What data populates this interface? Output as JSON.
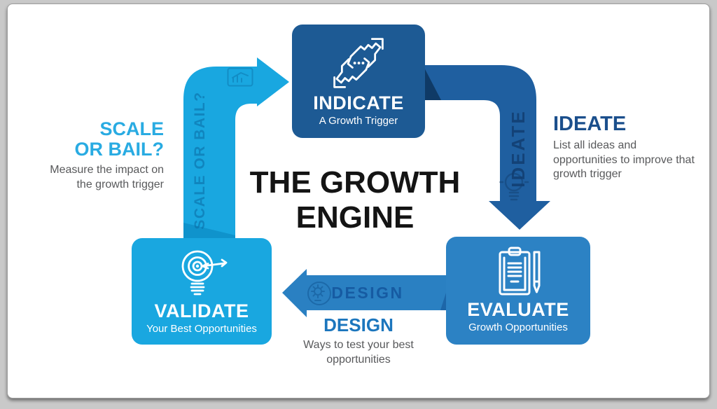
{
  "frame": {
    "page_bg": "#c9c9c9",
    "card_bg": "#ffffff"
  },
  "title": {
    "line1": "THE GROWTH",
    "line2": "ENGINE",
    "color": "#141414"
  },
  "boxes": {
    "indicate": {
      "label": "INDICATE",
      "sublabel": "A Growth Trigger",
      "bg": "#1d5a94",
      "icon": "hands-growth-trigger-icon"
    },
    "evaluate": {
      "label": "EVALUATE",
      "sublabel": "Growth Opportunities",
      "bg": "#2c82c4",
      "icon": "clipboard-pencil-icon"
    },
    "validate": {
      "label": "VALIDATE",
      "sublabel": "Your Best Opportunities",
      "bg": "#19a7e0",
      "icon": "bulb-target-icon"
    }
  },
  "ribbons": {
    "ideate": {
      "label": "IDEATE",
      "color": "#1f5fa0",
      "fold_color": "#0f3a66",
      "label_color": "#123f72",
      "icon": "lightbulb-icon"
    },
    "design": {
      "label": "DESIGN",
      "color": "#2a80c2",
      "fold_color": "#1d66a8",
      "label_color": "#12529b",
      "icon": "gear-head-circle-icon"
    },
    "scale": {
      "label": "SCALE OR BAIL?",
      "color": "#19a7e0",
      "fold_color": "#0f93cc",
      "label_color": "#0a6ba4",
      "icon": "chart-growth-icon"
    }
  },
  "callouts": {
    "ideate": {
      "heading": "IDEATE",
      "heading_color": "#1b4f8c",
      "description": "List all ideas and opportunities to improve that growth trigger"
    },
    "design": {
      "heading": "DESIGN",
      "heading_color": "#1c76bd",
      "description": "Ways to test your best opportunities"
    },
    "scale": {
      "heading_line1": "SCALE",
      "heading_line2": "OR BAIL?",
      "heading_color": "#29abe2",
      "description": "Measure the impact on the growth trigger"
    }
  },
  "body_text_color": "#58595b"
}
